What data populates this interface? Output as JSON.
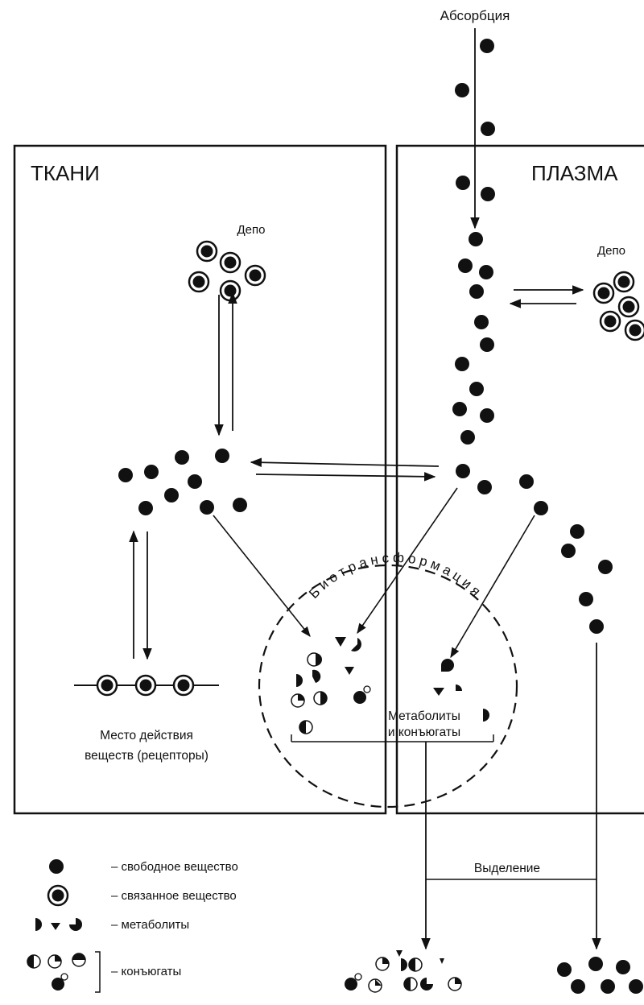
{
  "labels": {
    "absorption": "Абсорбция",
    "tissues": "ТКАНИ",
    "plasma": "ПЛАЗМА",
    "depot_tissue": "Депо",
    "depot_plasma": "Депо",
    "receptor_line1": "Место действия",
    "receptor_line2": "веществ (рецепторы)",
    "biotransformation": "Биотрансформация",
    "metab_line1": "Метаболиты",
    "metab_line2": "и конъюгаты",
    "excretion": "Выделение"
  },
  "legend": {
    "free": "– свободное вещество",
    "bound": "– связанное вещество",
    "metabolites": "– метаболиты",
    "conjugates": "– конъюгаты"
  },
  "colors": {
    "ink": "#111111",
    "paper": "#ffffff"
  }
}
